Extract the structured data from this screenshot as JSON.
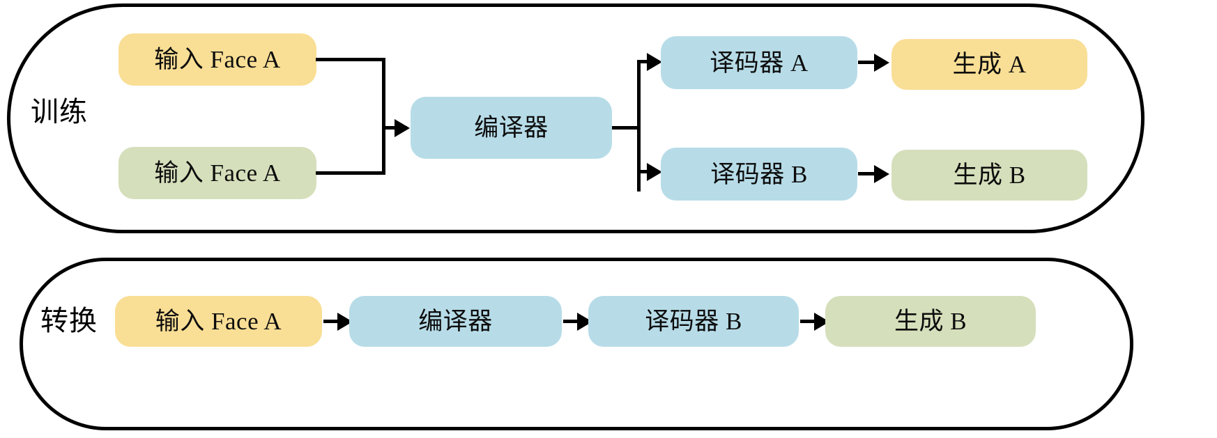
{
  "diagram": {
    "title": "Face swap autoencoder training and conversion pipeline",
    "colors": {
      "yellow": "#F9DE95",
      "green": "#D5DFBB",
      "blue": "#B7DCE8",
      "line": "#000000",
      "background": "#FFFFFF"
    }
  },
  "training": {
    "label": "训练",
    "nodes": {
      "input_a": "输入  Face A",
      "input_b": "输入  Face A",
      "encoder": "编译器",
      "decoder_a": "译码器  A",
      "decoder_b": "译码器  B",
      "output_a": "生成  A",
      "output_b": "生成  B"
    }
  },
  "conversion": {
    "label": "转换",
    "nodes": {
      "input": "输入  Face A",
      "encoder": "编译器",
      "decoder": "译码器  B",
      "output": "生成  B"
    }
  },
  "connectors": {
    "merge_to_encoder": "arrow-right",
    "encoder_split": "arrow-right",
    "decoder_to_output": "arrow-right",
    "conversion_chain": "arrow-right"
  }
}
